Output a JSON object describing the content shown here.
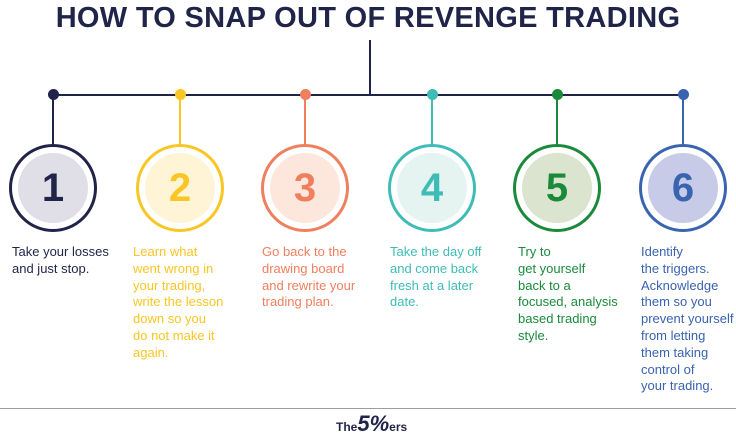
{
  "title": "HOW TO SNAP OUT OF REVENGE TRADING",
  "steps": [
    {
      "number": "1",
      "color": "#1f2448",
      "fill": "#e0dfe8",
      "lines": [
        "Take your losses",
        "and just stop."
      ]
    },
    {
      "number": "2",
      "color": "#f9c623",
      "fill": "#fff4d6",
      "lines": [
        "Learn what",
        "went wrong in",
        "your trading,",
        "write the lesson",
        "down so you",
        "do not make it",
        "again."
      ]
    },
    {
      "number": "3",
      "color": "#f07f5e",
      "fill": "#fde6dc",
      "lines": [
        "Go back to the",
        "drawing board",
        "and rewrite your",
        "trading plan."
      ]
    },
    {
      "number": "4",
      "color": "#3fbcb5",
      "fill": "#e5f3f1",
      "lines": [
        "Take the day off",
        "and come back",
        "fresh at a later",
        "date."
      ]
    },
    {
      "number": "5",
      "color": "#1a8a3a",
      "fill": "#dbe4cf",
      "lines": [
        "Try to",
        "get yourself",
        "back to a",
        "focused, analysis",
        "based trading",
        "style."
      ]
    },
    {
      "number": "6",
      "color": "#3a63b0",
      "fill": "#c7cbe8",
      "lines": [
        "Identify",
        "the triggers.",
        "Acknowledge",
        "them so you",
        "prevent yourself",
        "from letting",
        "them taking",
        "control of",
        "your trading."
      ]
    }
  ],
  "logo": {
    "prefix": "The",
    "mark": "5%",
    "suffix": "ers"
  }
}
